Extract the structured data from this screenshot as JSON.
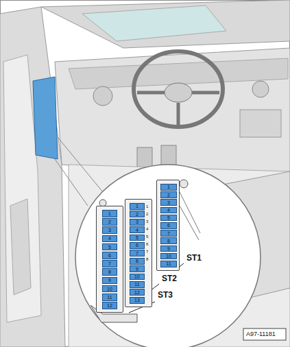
{
  "diagram": {
    "nodes": [
      {
        "text": [
          "ST3"
        ]
      },
      {
        "text": [
          "1"
        ],
        "in": 0
      },
      {
        "text": [
          "2"
        ],
        "in": 0
      },
      {
        "text": [
          "3"
        ],
        "in": 0
      },
      {
        "text": [
          "4"
        ],
        "in": 0
      },
      {
        "text": [
          "5"
        ],
        "in": 0
      },
      {
        "text": [
          "6"
        ],
        "in": 0
      },
      {
        "text": [
          "7"
        ],
        "in": 0
      },
      {
        "text": [
          "8"
        ],
        "in": 0
      },
      {
        "text": [
          "9"
        ],
        "in": 0
      },
      {
        "text": [
          "10"
        ],
        "in": 0
      },
      {
        "text": [
          "11"
        ],
        "in": 0
      },
      {
        "text": [
          "12"
        ],
        "in": 0
      },
      {
        "text": [
          "ST2"
        ]
      },
      {
        "text": [
          "1"
        ],
        "in": 13
      },
      {
        "text": [
          "2"
        ],
        "in": 13
      },
      {
        "text": [
          "3"
        ],
        "in": 13
      },
      {
        "text": [
          "4"
        ],
        "in": 13
      },
      {
        "text": [
          "5"
        ],
        "in": 13
      },
      {
        "text": [
          "6"
        ],
        "in": 13
      },
      {
        "text": [
          "7"
        ],
        "in": 13
      },
      {
        "text": [
          "8"
        ],
        "in": 13
      },
      {
        "text": [
          "9"
        ],
        "in": 13
      },
      {
        "text": [
          "10"
        ],
        "in": 13
      },
      {
        "text": [
          "11"
        ],
        "in": 13
      },
      {
        "text": [
          "12"
        ],
        "in": 13
      },
      {
        "text": [
          "13"
        ],
        "in": 13
      },
      {
        "text": [
          "ST1"
        ]
      },
      {
        "text": [
          "1"
        ],
        "in": 27
      },
      {
        "text": [
          "2"
        ],
        "in": 27
      },
      {
        "text": [
          "3"
        ],
        "in": 27
      },
      {
        "text": [
          "4"
        ],
        "in": 27
      },
      {
        "text": [
          "5"
        ],
        "in": 27
      },
      {
        "text": [
          "6"
        ],
        "in": 27
      },
      {
        "text": [
          "7"
        ],
        "in": 27
      },
      {
        "text": [
          "8"
        ],
        "in": 27
      },
      {
        "text": [
          "9"
        ],
        "in": 27
      },
      {
        "text": [
          "10"
        ],
        "in": 27
      },
      {
        "text": [
          "11"
        ],
        "in": 27
      }
    ],
    "labels": [
      "1",
      "2",
      "3",
      "4",
      "5",
      "6",
      "7",
      "8",
      "A97-11181"
    ]
  }
}
